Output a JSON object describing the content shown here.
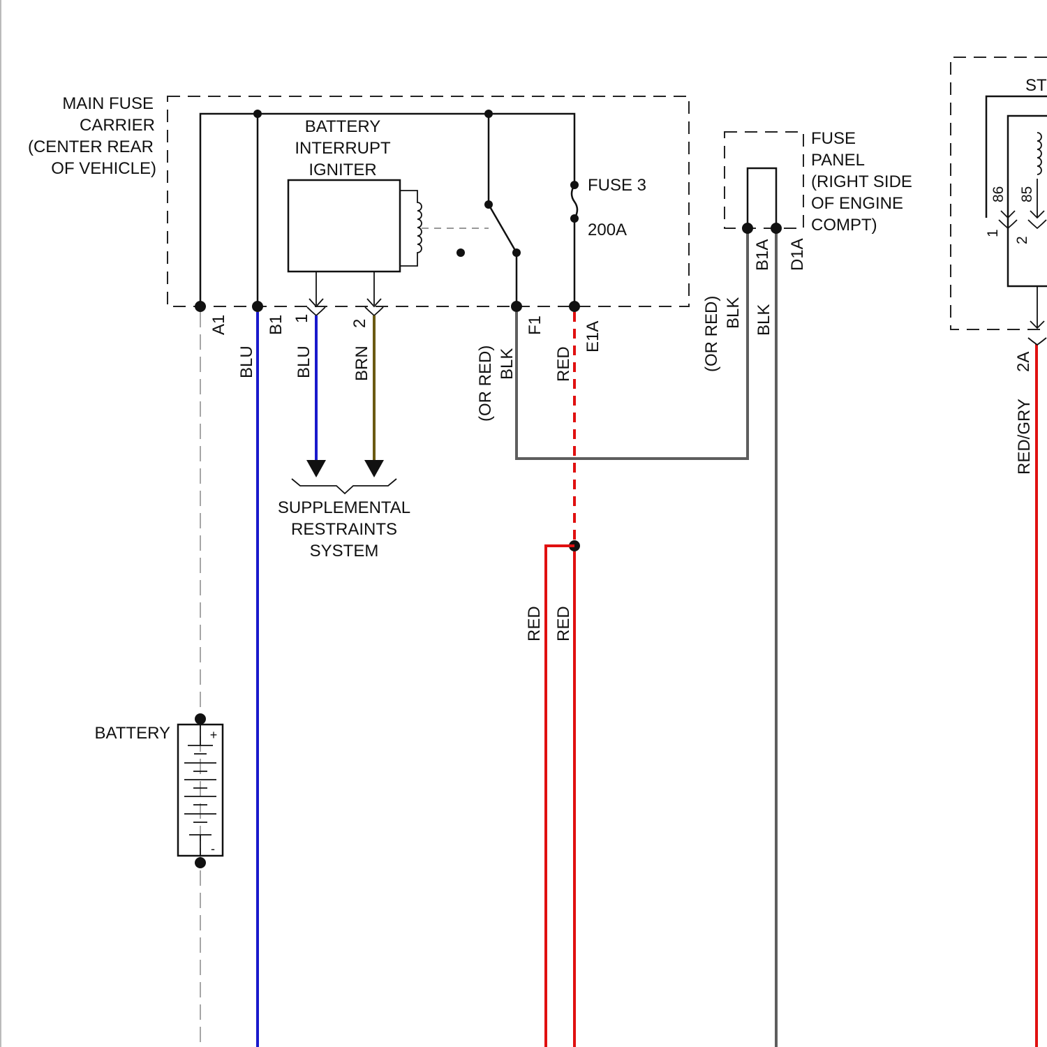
{
  "colors": {
    "blu": "#1a1acc",
    "brn": "#6b5a12",
    "red": "#e01010",
    "blk": "#5e5e5e",
    "ground": "#888888",
    "outline": "#111111"
  },
  "main_fuse_carrier": {
    "label_lines": [
      "MAIN FUSE",
      "CARRIER",
      "(CENTER REAR",
      "OF VEHICLE)"
    ],
    "pins": [
      "A1",
      "B1",
      "1",
      "2",
      "F1",
      "E1A"
    ]
  },
  "igniter": {
    "label_lines": [
      "BATTERY",
      "INTERRUPT",
      "IGNITER"
    ]
  },
  "fuse": {
    "name": "FUSE 3",
    "rating": "200A"
  },
  "supplemental": {
    "label_lines": [
      "SUPPLEMENTAL",
      "RESTRAINTS",
      "SYSTEM"
    ]
  },
  "fuse_panel": {
    "label_lines": [
      "FUSE",
      "PANEL",
      "(RIGHT SIDE",
      "OF ENGINE",
      "COMPT)"
    ],
    "pins": [
      "B1A",
      "D1A"
    ]
  },
  "relay": {
    "title_partial": "ST",
    "terminals": [
      "86",
      "85"
    ],
    "pins": [
      "1",
      "2",
      "2A"
    ]
  },
  "battery": {
    "label": "BATTERY",
    "plus": "+",
    "minus": "-"
  },
  "wire_labels": {
    "blu_a1": "BLU",
    "blu_pin1": "BLU",
    "brn_pin2": "BRN",
    "blk_f1": "BLK",
    "blk_f1_alt": "(OR RED)",
    "red_e1a": "RED",
    "blk_b1a": "BLK",
    "blk_b1a_alt": "(OR RED)",
    "blk_d1a": "BLK",
    "red_left": "RED",
    "red_right": "RED",
    "red_gry": "RED/GRY"
  }
}
